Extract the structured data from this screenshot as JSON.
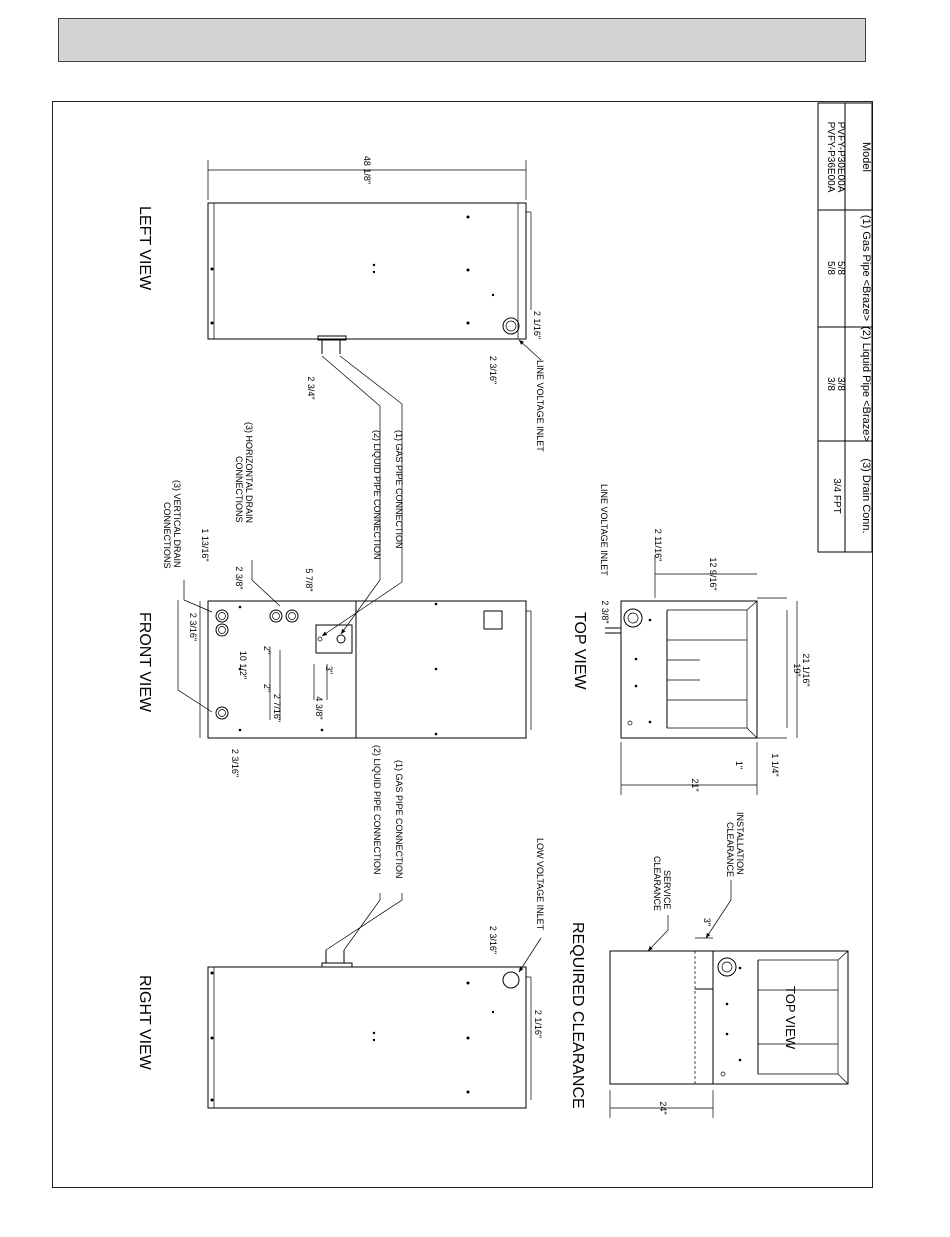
{
  "table": {
    "headers": [
      "Model",
      "(1) Gas Pipe <Braze>",
      "(2) Liquid Pipe <Braze>",
      "(3) Drain Conn."
    ],
    "rows": [
      [
        "PVFY-P30E00A",
        "5/8",
        "3/8",
        "3/4 FPT"
      ],
      [
        "PVFY-P36E00A",
        "5/8",
        "3/8",
        ""
      ]
    ]
  },
  "views": {
    "left": "LEFT VIEW",
    "front": "FRONT VIEW",
    "right": "RIGHT VIEW",
    "top": "TOP VIEW",
    "clearance": "REQUIRED CLEARANCE",
    "clearance_top": "TOP VIEW"
  },
  "labels": {
    "line_voltage_inlet": "LINE VOLTAGE INLET",
    "low_voltage_inlet": "LOW VOLTAGE INLET",
    "gas_pipe_connection": "(1) GAS PIPE CONNECTION",
    "liquid_pipe_connection": "(2) LIQUID PIPE CONNECTION",
    "horizontal_drain_1": "(3) HORIZONTAL DRAIN",
    "horizontal_drain_2": "CONNECTIONS",
    "vertical_drain_1": "(3) VERTICAL DRAIN",
    "vertical_drain_2": "CONNECTIONS",
    "installation_clearance_1": "INSTALLATION",
    "installation_clearance_2": "CLEARANCE",
    "service_clearance_1": "SERVICE",
    "service_clearance_2": "CLEARANCE"
  },
  "dims": {
    "left_height": "48 1/8\"",
    "left_inlet_h": "2 1/16\"",
    "left_inlet_v": "2 3/16\"",
    "left_pipe": "2 3/4\"",
    "front_top": "1 13/16\"",
    "front_a": "2 3/8\"",
    "front_b": "2 3/16\"",
    "front_c": "5 7/8\"",
    "front_d": "10 1/2\"",
    "front_e": "2\"",
    "front_f": "2\"",
    "front_g": "2 7/16\"",
    "front_h": "3\"",
    "front_i": "4 3/8\"",
    "front_bottom": "2 3/16\"",
    "top_a": "2 11/16\"",
    "top_b": "12 9/16\"",
    "top_c": "2 3/8\"",
    "top_d": "19\"",
    "top_e": "21 1/16\"",
    "top_f": "1\"",
    "top_g": "1 1/4\"",
    "top_width": "21\"",
    "right_a": "2 3/16\"",
    "right_b": "2 1/16\"",
    "clear_install": "3\"",
    "clear_service": "24\""
  }
}
